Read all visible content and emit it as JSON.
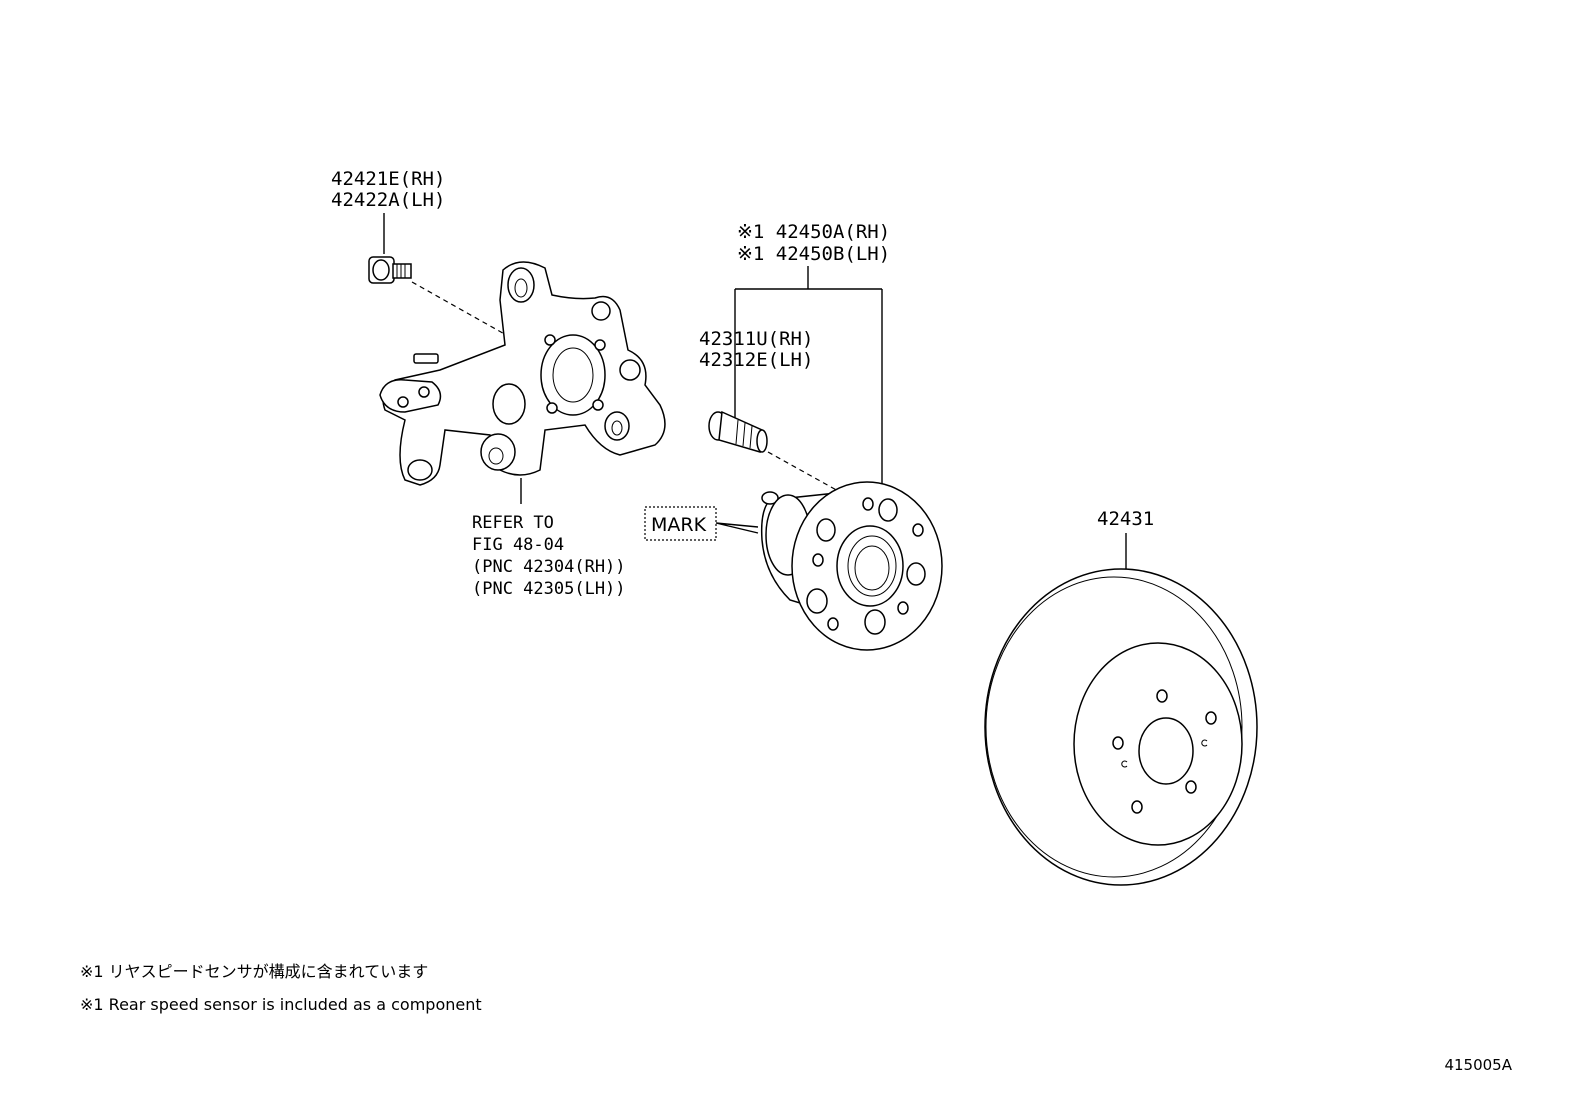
{
  "parts": {
    "bolt": {
      "line1": "42421E(RH)",
      "line2": "42422A(LH)"
    },
    "hub_assembly": {
      "line1": "※1 42450A(RH)",
      "line2": "※1 42450B(LH)"
    },
    "hub_bolt": {
      "line1": "42311U(RH)",
      "line2": "42312E(LH)"
    },
    "disc": {
      "label": "42431"
    },
    "knuckle_ref": {
      "line1": "REFER TO",
      "line2": "FIG 48-04",
      "line3": "(PNC 42304(RH))",
      "line4": "(PNC 42305(LH))"
    },
    "mark": {
      "label": "MARK"
    }
  },
  "notes": {
    "jp": "※1 リヤスピードセンサが構成に含まれています",
    "en": "※1 Rear speed sensor is included as a component"
  },
  "figure_id": "415005A"
}
